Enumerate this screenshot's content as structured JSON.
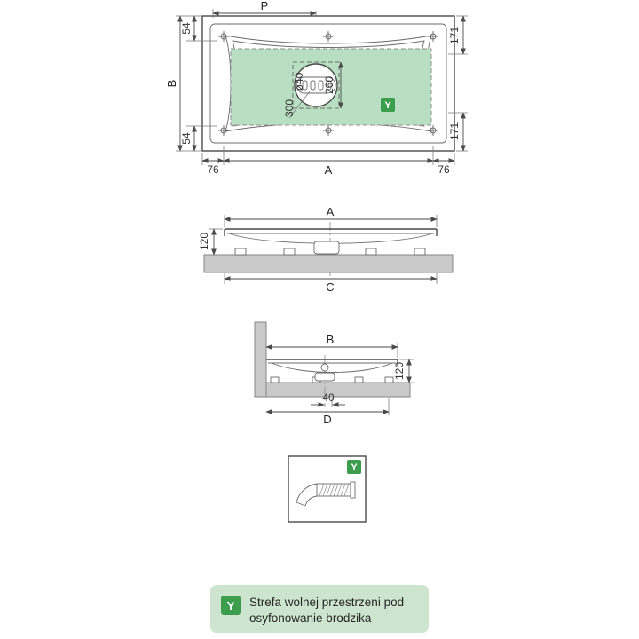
{
  "colors": {
    "accent_green": "#3c9e4d",
    "zone_green": "#b9dfc3",
    "legend_background": "#cde4cf",
    "slab_gray": "#c9c9c9",
    "line": "#4a4a4a"
  },
  "plan_view": {
    "dims": {
      "p": "P",
      "b": "B",
      "a": "A",
      "top_left": "54",
      "top_right": "171",
      "bottom_left": "54",
      "bottom_right": "171",
      "left_offset": "76",
      "right_offset": "76",
      "drain_diameter": "ø40",
      "drain_offset_y": "260",
      "drain_offset_x": "300"
    },
    "zone_label": "Y"
  },
  "front_view": {
    "dims": {
      "a": "A",
      "c": "C",
      "height": "120"
    }
  },
  "side_view": {
    "dims": {
      "b": "B",
      "d": "D",
      "drain_offset": "40",
      "height": "120"
    }
  },
  "detail_view": {
    "zone_label": "Y"
  },
  "legend": {
    "icon_label": "Y",
    "line1": "Strefa wolnej przestrzeni pod",
    "line2": "osyfonowanie brodzika"
  }
}
